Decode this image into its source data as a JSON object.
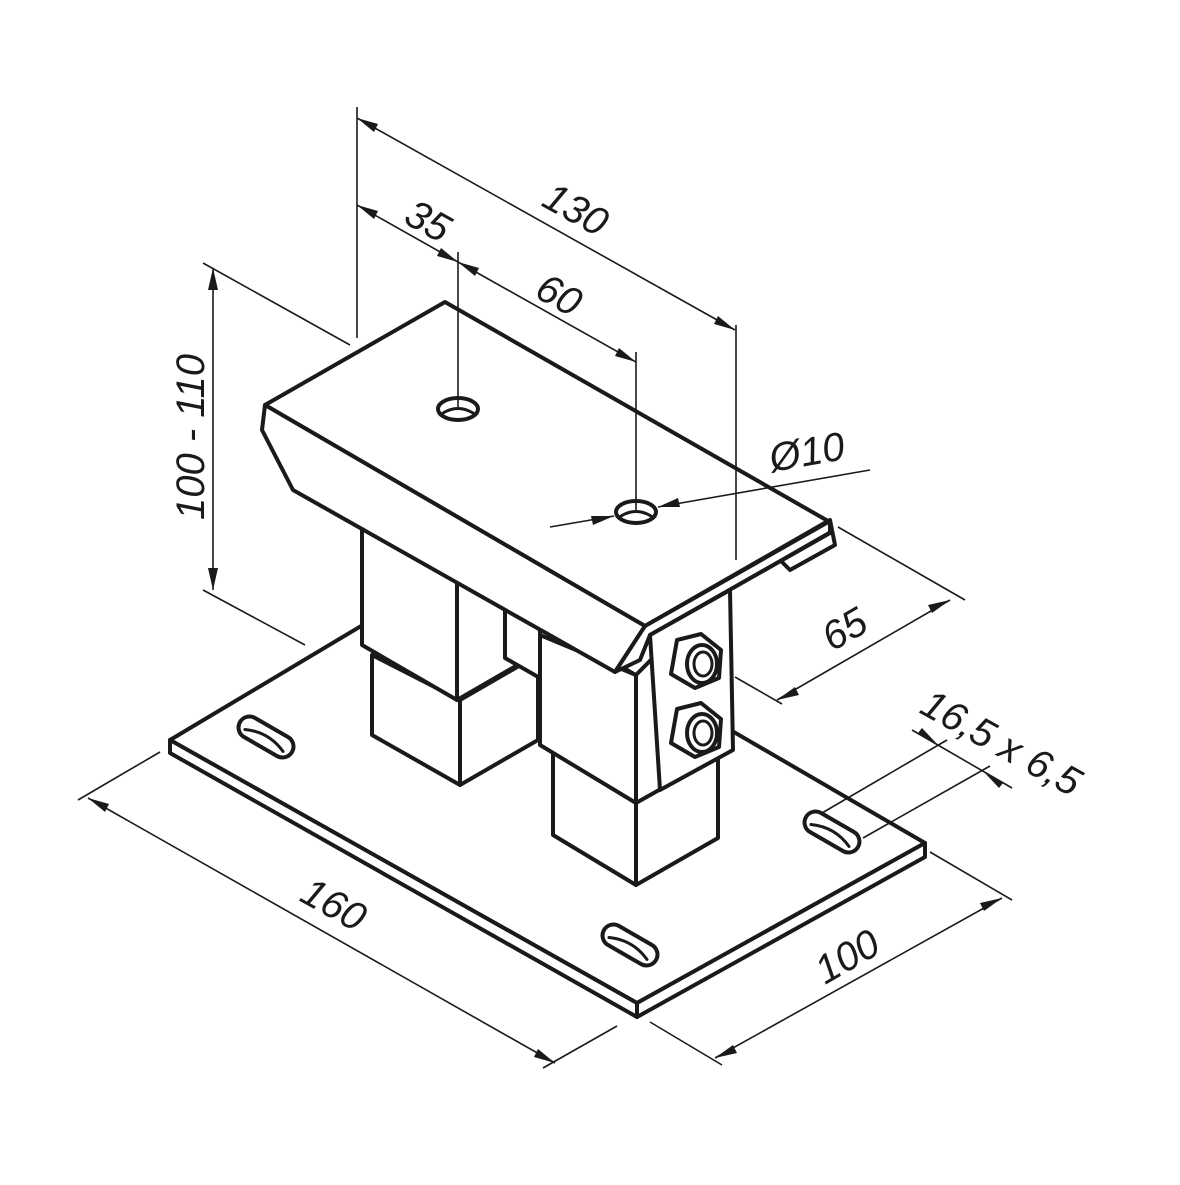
{
  "drawing": {
    "title": "Adjustable post base - isometric dimension drawing",
    "line_color": "#1a1a1a",
    "background": "#ffffff"
  },
  "dimensions": {
    "top_overall": "130",
    "top_offset": "35",
    "hole_spacing": "60",
    "hole_diameter": "Ø10",
    "height_range": "100 - 110",
    "saddle_width": "65",
    "slot_size": "16,5 x 6,5",
    "base_length": "160",
    "base_width": "100"
  }
}
